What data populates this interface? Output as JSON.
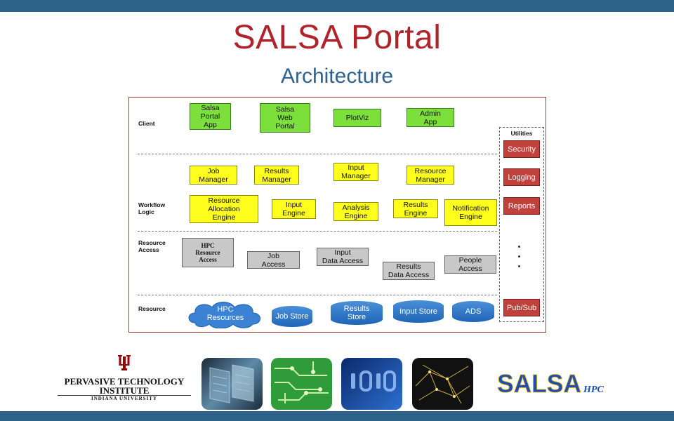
{
  "header": {
    "title": "SALSA Portal",
    "subtitle": "Architecture"
  },
  "diagram": {
    "layers": {
      "client": "Client",
      "workflow": "Workflow\nLogic",
      "resource_access": "Resource\nAccess",
      "resource": "Resource"
    },
    "client_boxes": [
      "Salsa\nPortal\nApp",
      "Salsa\nWeb\nPortal",
      "PlotViz",
      "Admin\nApp"
    ],
    "manager_boxes": [
      "Job\nManager",
      "Results\nManager",
      "Input\nManager",
      "Resource\nManager"
    ],
    "engine_boxes": [
      "Resource\nAllocation\nEngine",
      "Input\nEngine",
      "Analysis\nEngine",
      "Results\nEngine",
      "Notification\nEngine"
    ],
    "access_boxes": [
      "HPC\nResource\nAccess",
      "Job\nAccess",
      "Input\nData Access",
      "Results\nData Access",
      "People\nAccess"
    ],
    "resources": {
      "hpc": "HPC\nResources",
      "job_store": "Job Store",
      "results_store": "Results\nStore",
      "input_store": "Input Store",
      "ads": "ADS"
    },
    "utilities": {
      "title": "Utilities",
      "items": [
        "Security",
        "Logging",
        "Reports",
        "Pub/Sub"
      ]
    }
  },
  "footer": {
    "org_line1": "PERVASIVE TECHNOLOGY",
    "org_line2": "INSTITUTE",
    "org_line3": "INDIANA UNIVERSITY",
    "salsa_logo_text": "SALSA",
    "salsa_logo_suffix": "HPC"
  },
  "colors": {
    "title_red": "#b0232a",
    "subtitle_blue": "#2f628f",
    "bar_blue": "#2e6289",
    "client_green": "#7ddf3c",
    "workflow_yellow": "#ffff1e",
    "access_gray": "#c8c8c8",
    "utility_red": "#c0403c",
    "store_blue": "#1f65b6"
  }
}
